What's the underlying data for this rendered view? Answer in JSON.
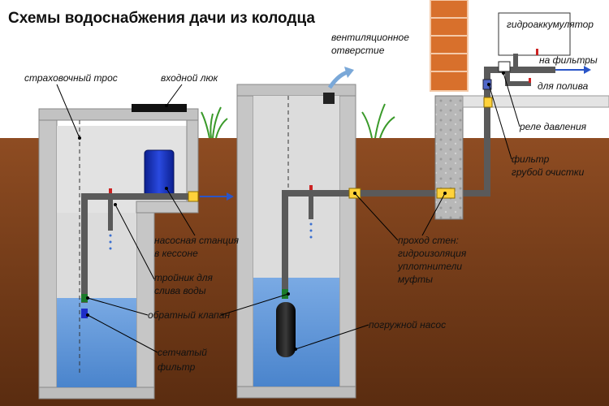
{
  "title": "Схемы водоснабжения дачи из колодца",
  "labels": {
    "safety_rope": "страховочный трос",
    "hatch": "входной люк",
    "vent_1": "вентиляционное",
    "vent_2": "отверстие",
    "accumulator": "гидроаккумулятор",
    "to_filters": "на фильтры",
    "for_watering": "для полива",
    "pressure_relay": "реле давления",
    "coarse_filter_1": "фильтр",
    "coarse_filter_2": "грубой очистки",
    "pump_station_1": "насосная станция",
    "pump_station_2": "в кессоне",
    "tee_1": "тройник для",
    "tee_2": "слива воды",
    "wall_passage_1": "проход стен:",
    "wall_passage_2": "гидроизоляция",
    "wall_passage_3": "уплотнители",
    "wall_passage_4": "муфты",
    "check_valve": "обратный клапан",
    "submersible_pump": "погружной насос",
    "mesh_filter_1": "сетчатый",
    "mesh_filter_2": "фильтр"
  },
  "colors": {
    "soil": "#8a4a22",
    "concrete": "#c9c9c9",
    "water": "#5d94d6",
    "pipe": "#555555",
    "coupling": "#ffd23a",
    "pump_station": "#1430b8",
    "brick": "#d8702c"
  }
}
